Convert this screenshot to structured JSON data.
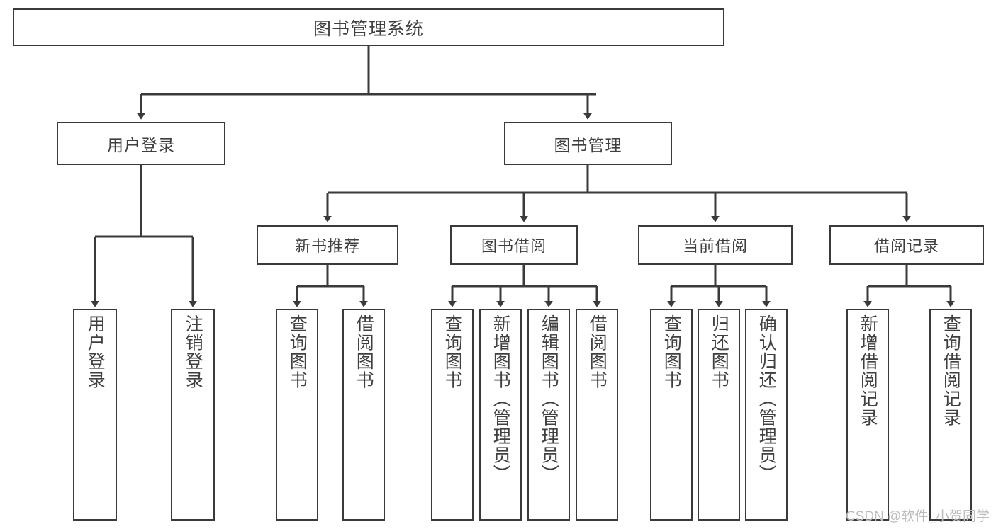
{
  "diagram": {
    "title": "图书管理系统",
    "type": "tree-hierarchy",
    "colors": {
      "box_border": "#3a3a3a",
      "box_fill": "#ffffff",
      "text": "#3f3f3f",
      "edge": "#3a3a3a",
      "watermark": "#bcbcbc",
      "background": "#ffffff"
    },
    "root": {
      "label": "图书管理系统"
    },
    "level1": [
      {
        "label": "用户登录"
      },
      {
        "label": "图书管理"
      }
    ],
    "level2": [
      {
        "label": "新书推荐"
      },
      {
        "label": "图书借阅"
      },
      {
        "label": "当前借阅"
      },
      {
        "label": "借阅记录"
      }
    ],
    "leaves": {
      "user_login": [
        {
          "label": "用户登录"
        },
        {
          "label": "注销登录"
        }
      ],
      "new_book_recommend": [
        {
          "label": "查询图书"
        },
        {
          "label": "借阅图书"
        }
      ],
      "book_borrow": [
        {
          "label": "查询图书"
        },
        {
          "label": "新增图书（管理员）"
        },
        {
          "label": "编辑图书（管理员）"
        },
        {
          "label": "借阅图书"
        }
      ],
      "current_borrow": [
        {
          "label": "查询图书"
        },
        {
          "label": "归还图书"
        },
        {
          "label": "确认归还（管理员）"
        }
      ],
      "borrow_record": [
        {
          "label": "新增借阅记录"
        },
        {
          "label": "查询借阅记录"
        }
      ]
    },
    "watermark": "CSDN @软件_小贺同学"
  }
}
